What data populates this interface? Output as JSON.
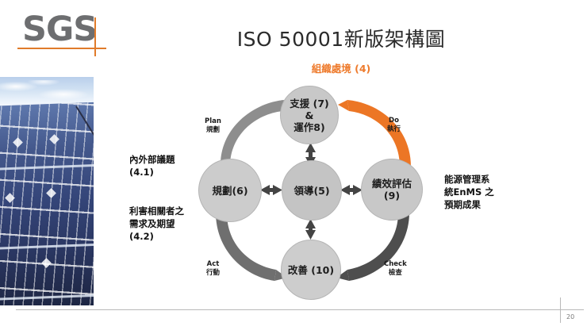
{
  "logo": {
    "text": "SGS",
    "accent_color": "#e07b2a",
    "text_color": "#6d6e70"
  },
  "header": {
    "title": "ISO 50001新版架構圖",
    "subtitle": "組織處境 (4)",
    "subtitle_color": "#ee7b2d"
  },
  "photo": {
    "alt": "solar-panel-array-photo"
  },
  "diagram": {
    "circles": [
      {
        "id": "support",
        "label": "支援 (7)\n&\n運作8)",
        "line1": "支援 (7)",
        "line2": "&",
        "line3": "運作8)"
      },
      {
        "id": "planning",
        "label": "規劃(6)"
      },
      {
        "id": "leadership",
        "label": "領導(5)"
      },
      {
        "id": "performance",
        "line1": "績效評估",
        "line2": "(9)"
      },
      {
        "id": "improvement",
        "label": "改善 (10)"
      }
    ],
    "cycle_labels": [
      {
        "id": "plan",
        "en": "Plan",
        "zh": "規劃",
        "arrow_color": "#8e8e8e"
      },
      {
        "id": "do",
        "en": "Do",
        "zh": "執行",
        "arrow_color": "#ec7625"
      },
      {
        "id": "check",
        "en": "Check",
        "zh": "檢查",
        "arrow_color": "#4e4e4e"
      },
      {
        "id": "act",
        "en": "Act",
        "zh": "行動",
        "arrow_color": "#6f6f6f"
      }
    ],
    "connector_color": "#444444"
  },
  "annotations": {
    "issues": {
      "line1": "內外部議題",
      "line2": "(4.1)"
    },
    "interested_parties": {
      "line1": "利害相關者之",
      "line2": "需求及期望",
      "line3": "(4.2)"
    },
    "outcome": {
      "line1": "能源管理系",
      "line2": "統EnMS 之",
      "line3": "預期成果"
    }
  },
  "footer": {
    "page_number": "20"
  }
}
